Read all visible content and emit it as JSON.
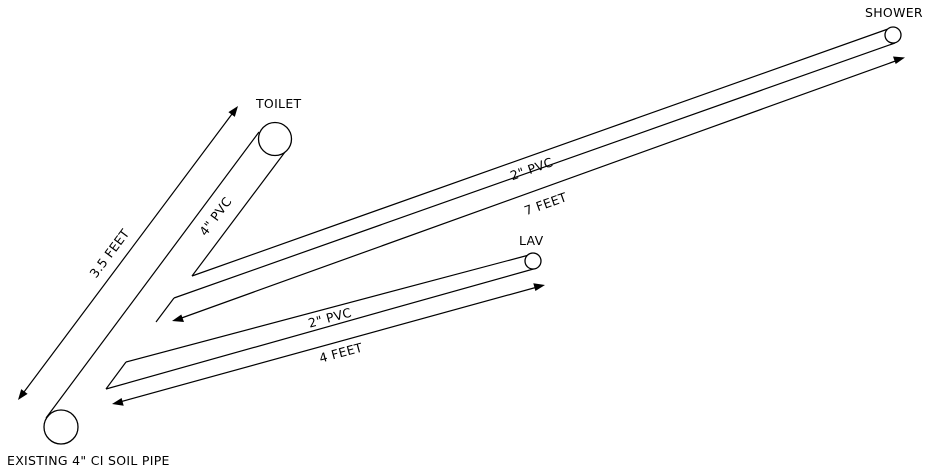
{
  "labels": {
    "toilet": "TOILET",
    "shower": "SHOWER",
    "lav": "LAV",
    "existing_pipe": "EXISTING 4\" CI SOIL PIPE",
    "toilet_pipe": "4\" PVC",
    "shower_pipe": "2\" PVC",
    "lav_pipe": "2\" PVC",
    "dim_toilet": "3.5 FEET",
    "dim_shower": "7 FEET",
    "dim_lav": "4 FEET"
  },
  "colors": {
    "line": "#000000",
    "background": "#ffffff"
  }
}
